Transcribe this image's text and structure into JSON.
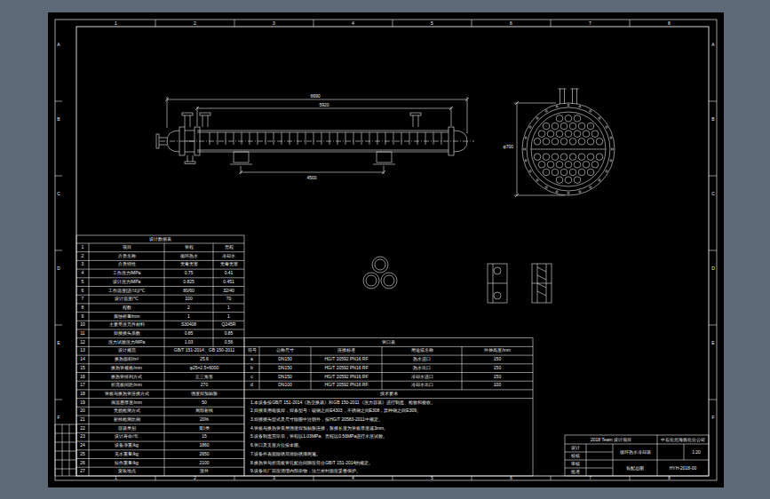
{
  "diagram": {
    "labels": [
      "设计数据表",
      "1",
      "项目",
      "管程",
      "壳程",
      "2",
      "介质名称",
      "循环热水",
      "冷却水",
      "3",
      "介质特性",
      "无毒无害",
      "无毒无害",
      "4",
      "工作压力/MPa",
      "0.75",
      "0.41",
      "5",
      "设计压力/MPa",
      "0.825",
      "0.451",
      "6",
      "工作温度(进/出)/℃",
      "80/60",
      "32/40",
      "7",
      "设计温度/℃",
      "100",
      "70",
      "8",
      "程数",
      "2",
      "1",
      "9",
      "腐蚀裕量/mm",
      "1",
      "1",
      "10",
      "主要受压元件材料",
      "S30408",
      "Q245R",
      "11",
      "焊接接头系数",
      "0.85",
      "0.85",
      "12",
      "压力试验压力/MPa",
      "1.03",
      "0.56",
      "13",
      "设计规范",
      "GB/T 151-2014、GB 150-2011",
      "14",
      "换热面积/m²",
      "25.6",
      "15",
      "换热管规格/mm",
      "φ25×2.5×6000",
      "16",
      "换热管排列方式",
      "正三角形",
      "17",
      "折流板间距/mm",
      "270",
      "18",
      "管板与换热管连接方式",
      "强度焊加贴胀",
      "19",
      "保温层厚度/mm",
      "50",
      "20",
      "无损检测方式",
      "局部射线",
      "21",
      "射线检测比例",
      "20%",
      "22",
      "容器类别",
      "第I类",
      "23",
      "设计寿命/年",
      "15",
      "24",
      "设备净重/kg",
      "1860",
      "25",
      "充水重量/kg",
      "2650",
      "26",
      "操作重量/kg",
      "2100",
      "27",
      "安装地点",
      "室外",
      "管口表",
      "符号",
      "公称尺寸",
      "连接标准",
      "用途或名称",
      "外伸高度/mm",
      "a",
      "DN150",
      "HG/T 20592 PN16 RF",
      "热水进口",
      "150",
      "b",
      "DN150",
      "HG/T 20592 PN16 RF",
      "热水出口",
      "150",
      "c",
      "DN150",
      "HG/T 20592 PN16 RF",
      "冷却水进口",
      "150",
      "d",
      "DN100",
      "HG/T 20592 PN16 RF",
      "冷却水出口",
      "100",
      "技术要求",
      "1.本设备按GB/T 151-2014《热交换器》和GB 150-2011《压力容器》进行制造、检验和验收。",
      "2.焊接采用电弧焊，焊条型号：碳钢之间E4303，不锈钢之间E308，异种钢之间E309。",
      "3.焊接接头型式及尺寸除图中注明外，按HG/T 20583-2011中规定。",
      "4.管板与换热管采用强度焊加贴胀连接，胀接长度为管板厚度减3mm。",
      "5.设备制造完毕后，管程以1.03MPa、壳程以0.56MPa进行水压试验。",
      "6.管口及支座方位按本图。",
      "7.设备外表面除锈后涂防锈漆两遍。",
      "8.换热管与折流板管孔配合间隙应符合GB/T 151-2014的规定。",
      "9.设备出厂前应清理内部杂物，法兰密封面应妥善保护。",
      "2018 Team 设计项目",
      "中石化北海炼化分公司",
      "设计",
      "校核",
      "审核",
      "批准",
      "循环热水冷却器",
      "装配总图",
      "HYH-2018-00",
      "1:20",
      "6690",
      "5920",
      "4500",
      "φ700",
      "1",
      "2",
      "3",
      "4",
      "5",
      "6",
      "7",
      "8",
      "1",
      "2",
      "3",
      "4",
      "5",
      "6",
      "7",
      "8",
      "A",
      "B",
      "C",
      "D",
      "E",
      "F",
      "A",
      "B",
      "C",
      "D",
      "E",
      "F"
    ]
  }
}
